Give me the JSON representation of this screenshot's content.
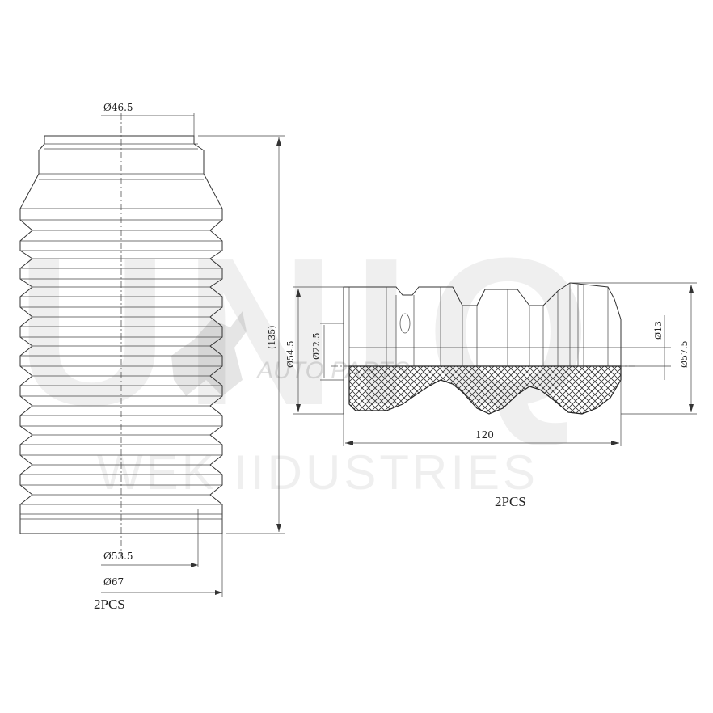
{
  "watermark": {
    "logo": "UNIQ",
    "tagline": "AUTO PARTS",
    "company": "WEK IIDUSTRIES"
  },
  "bellows": {
    "top_diameter": "Ø46.5",
    "height": "(135)",
    "inner_bottom_diameter": "Ø53.5",
    "outer_bottom_diameter": "Ø67",
    "quantity": "2PCS"
  },
  "bump_stop": {
    "left_diameter": "Ø54.5",
    "inner_diameter": "Ø22.5",
    "hole_diameter": "Ø13",
    "right_diameter": "Ø57.5",
    "length": "120",
    "quantity": "2PCS"
  }
}
